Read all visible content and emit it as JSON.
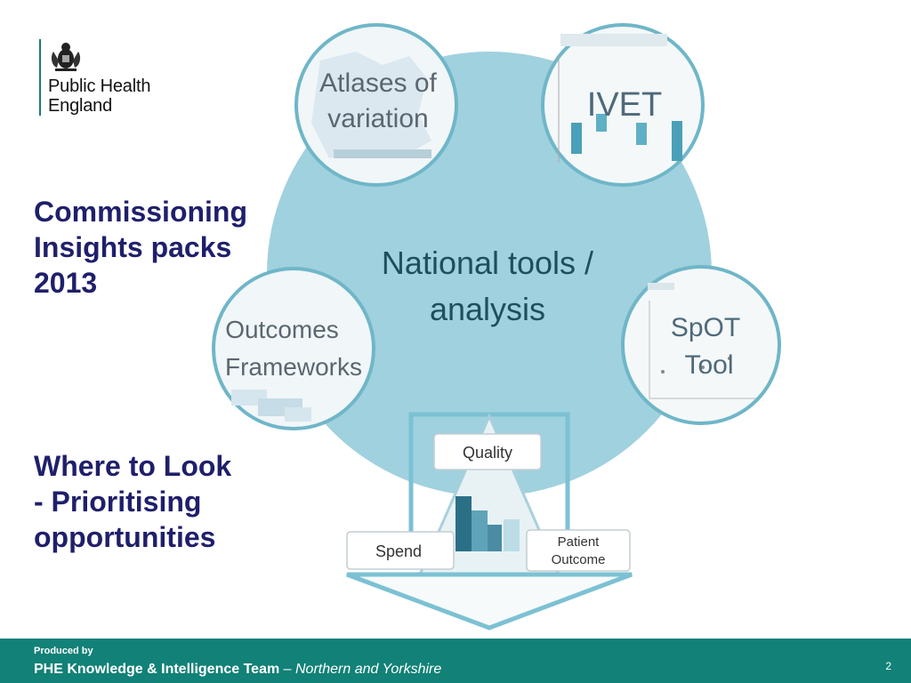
{
  "logo": {
    "line1": "Public Health",
    "line2": "England"
  },
  "heading_top": {
    "line1": "Commissioning",
    "line2": "Insights packs",
    "line3": "2013"
  },
  "heading_bottom": {
    "line1": "Where to Look",
    "line2": "- Prioritising",
    "line3": "opportunities"
  },
  "diagram": {
    "center_line1": "National tools /",
    "center_line2": "analysis",
    "circle_atlas_line1": "Atlases of",
    "circle_atlas_line2": "variation",
    "circle_ivet": "IVET",
    "circle_outcomes_line1": "Outcomes",
    "circle_outcomes_line2": "Frameworks",
    "circle_spot_line1": "SpOT",
    "circle_spot_line2": "Tool",
    "box_quality": "Quality",
    "box_spend": "Spend",
    "box_patient_line1": "Patient",
    "box_patient_line2": "Outcome",
    "colors": {
      "big_circle": "#8fc9d8",
      "circle_border": "#6fb6c8",
      "triangle": "#7cc1d3",
      "bars": [
        "#2b6f86",
        "#5fa3b8",
        "#4b8ca3",
        "#bcdde6"
      ]
    }
  },
  "footer": {
    "produced_by": "Produced by",
    "team_bold": "PHE Knowledge & Intelligence Team",
    "team_sep": " – ",
    "team_region": "Northern and Yorkshire",
    "page_number": "2"
  }
}
